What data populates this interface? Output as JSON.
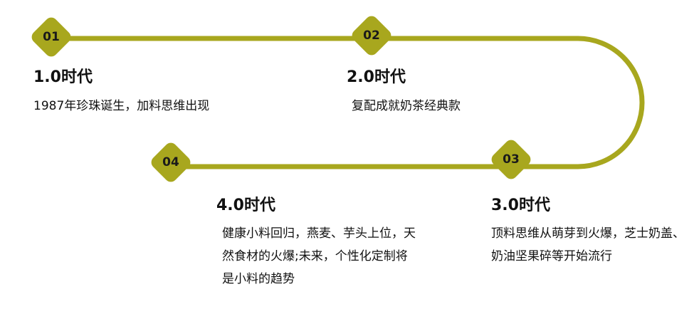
{
  "accent": "#a8a71e",
  "stages": [
    {
      "number": "01",
      "era": "1.0时代",
      "description": "1987年珍珠诞生，加料思维出现"
    },
    {
      "number": "02",
      "era": "2.0时代",
      "description": "复配成就奶茶经典款"
    },
    {
      "number": "03",
      "era": "3.0时代",
      "description": "顶料思维从萌芽到火爆，芝士奶盖、奶油坚果碎等开始流行"
    },
    {
      "number": "04",
      "era": "4.0时代",
      "description": "健康小料回归，燕麦、芋头上位，天然食材的火爆;未来，个性化定制将是小料的趋势"
    }
  ]
}
